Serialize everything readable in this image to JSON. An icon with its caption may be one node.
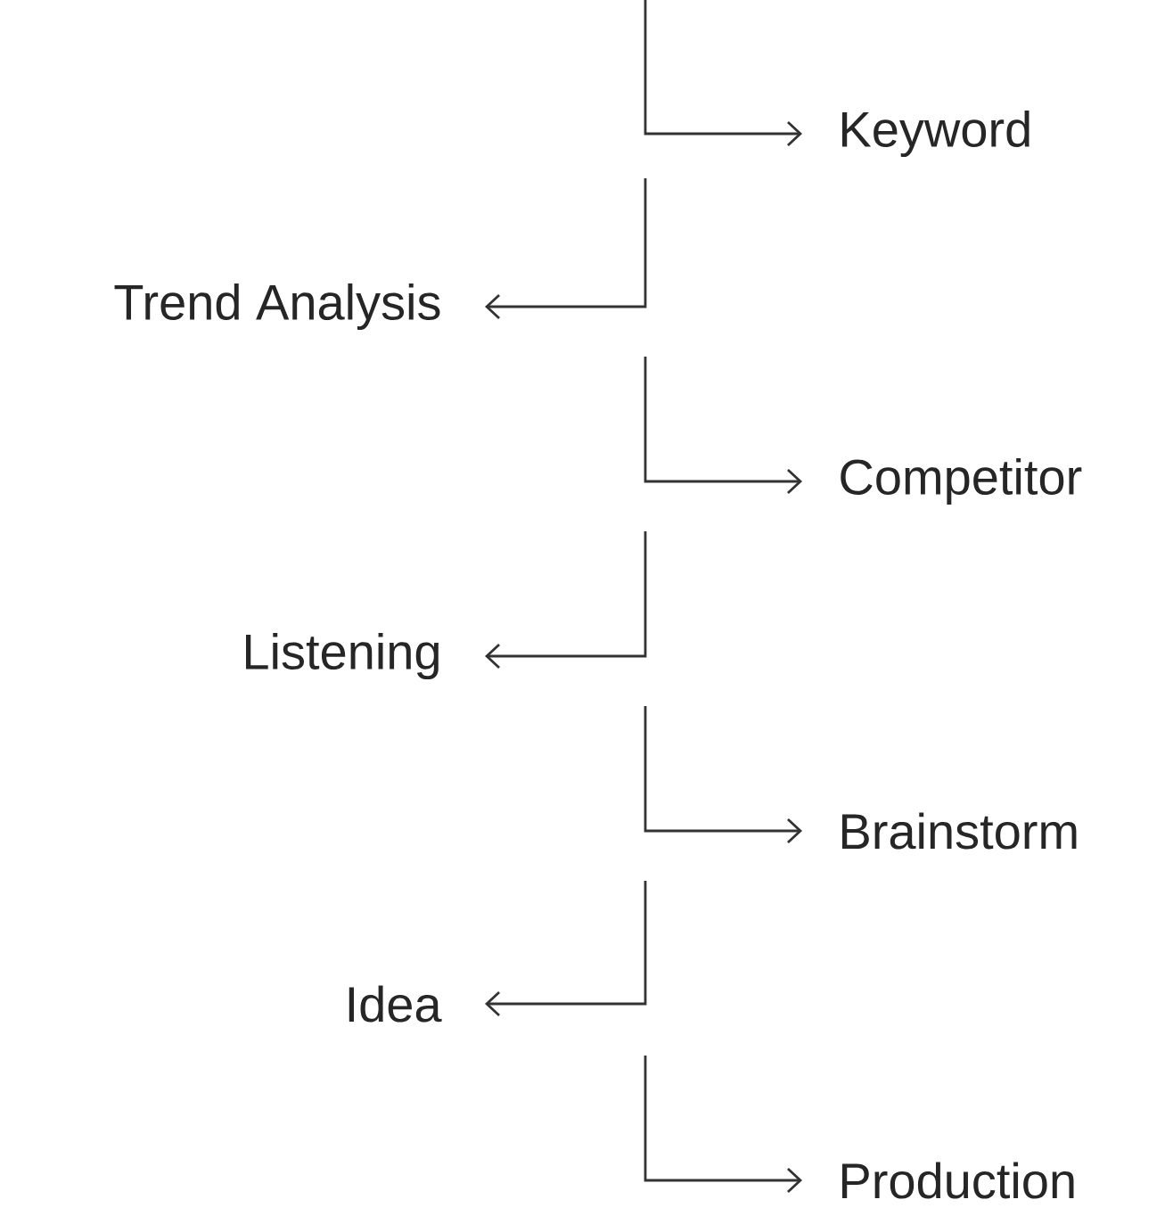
{
  "diagram": {
    "nodes": [
      {
        "text": [
          "Keyword"
        ]
      },
      {
        "text": [
          "Trend Analysis"
        ]
      },
      {
        "text": [
          "Competitor"
        ]
      },
      {
        "text": [
          "Listening"
        ]
      },
      {
        "text": [
          "Brainstorm"
        ]
      },
      {
        "text": [
          "Idea"
        ]
      },
      {
        "text": [
          "Production"
        ]
      }
    ],
    "edges": [
      {
        "from": null,
        "to": 0,
        "arrow": "to"
      },
      {
        "from": null,
        "to": 1,
        "arrow": "to"
      },
      {
        "from": null,
        "to": 2,
        "arrow": "to"
      },
      {
        "from": null,
        "to": 3,
        "arrow": "to"
      },
      {
        "from": null,
        "to": 4,
        "arrow": "to"
      },
      {
        "from": null,
        "to": 5,
        "arrow": "to"
      },
      {
        "from": null,
        "to": 6,
        "arrow": "to"
      }
    ]
  }
}
